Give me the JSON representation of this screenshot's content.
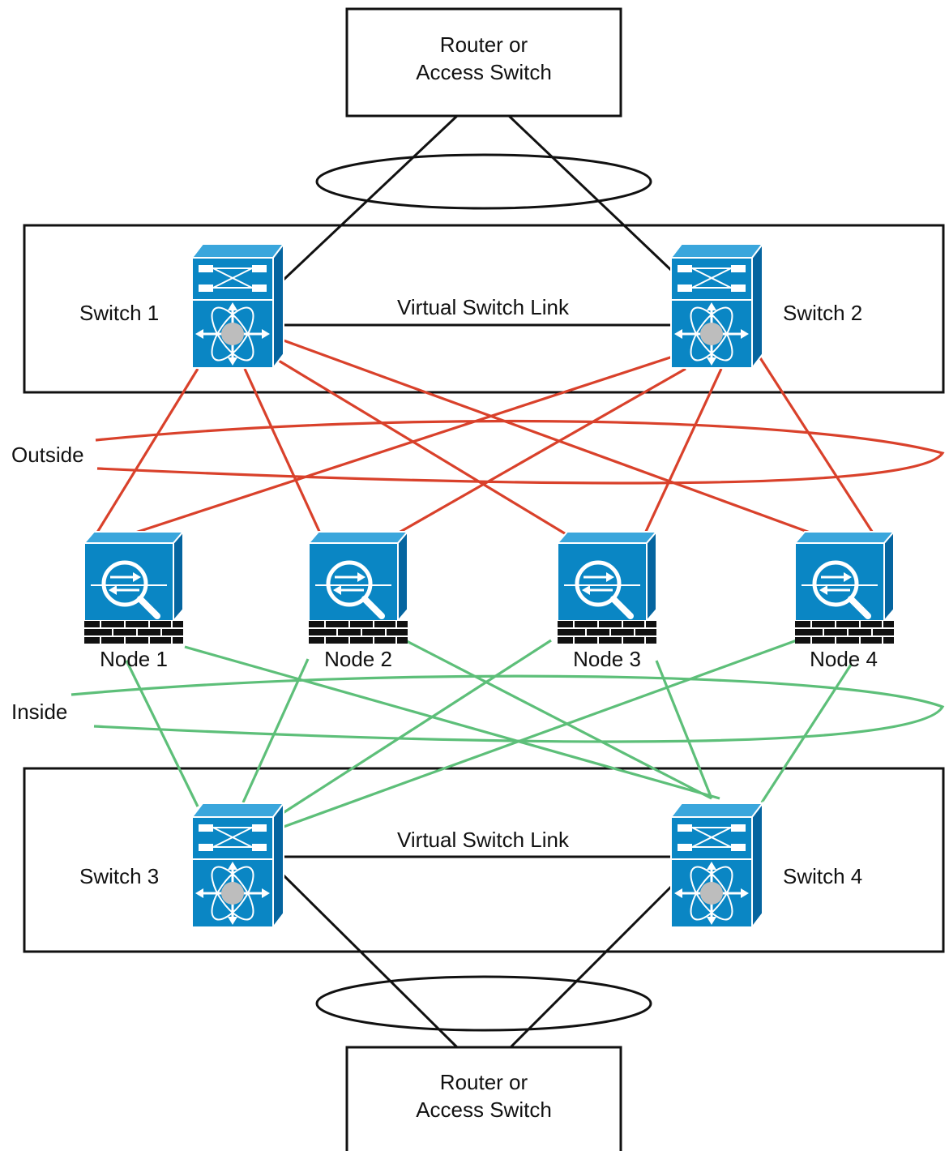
{
  "top_router": {
    "line1": "Router or",
    "line2": "Access Switch"
  },
  "bottom_router": {
    "line1": "Router or",
    "line2": "Access Switch"
  },
  "upper_group": {
    "left_label": "Switch 1",
    "right_label": "Switch 2",
    "link_label": "Virtual Switch Link"
  },
  "lower_group": {
    "left_label": "Switch 3",
    "right_label": "Switch 4",
    "link_label": "Virtual Switch Link"
  },
  "zones": {
    "outside": "Outside",
    "inside": "Inside"
  },
  "nodes": [
    {
      "label": "Node 1"
    },
    {
      "label": "Node 2"
    },
    {
      "label": "Node 3"
    },
    {
      "label": "Node 4"
    }
  ],
  "icons": {
    "switch": "layer3-switch-icon",
    "node": "firewall-appliance-icon"
  },
  "colors": {
    "outside_link": "#d9412b",
    "inside_link": "#5dbf79",
    "uplink": "#111111",
    "device_front": "#0a86c4",
    "device_top": "#3aa6dc",
    "device_side": "#0565a0"
  }
}
